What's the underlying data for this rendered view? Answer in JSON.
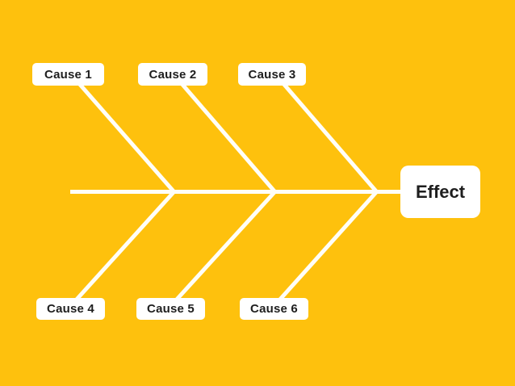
{
  "diagram": {
    "type": "fishbone",
    "colors": {
      "background": "#FEC10D",
      "line": "#FFFEF8",
      "box_fill": "#FFFFFF",
      "text": "#1E1E1E"
    },
    "effect": {
      "label": "Effect"
    },
    "causes_top": [
      {
        "label": "Cause 1"
      },
      {
        "label": "Cause 2"
      },
      {
        "label": "Cause 3"
      }
    ],
    "causes_bottom": [
      {
        "label": "Cause 4"
      },
      {
        "label": "Cause 5"
      },
      {
        "label": "Cause 6"
      }
    ]
  }
}
